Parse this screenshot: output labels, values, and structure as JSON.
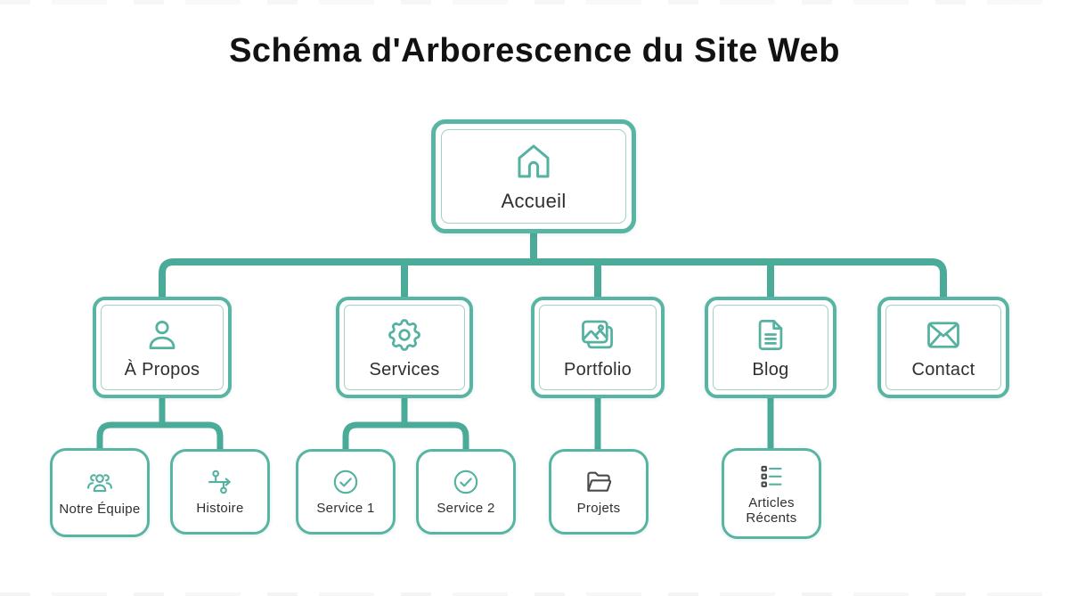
{
  "title": "Schéma d'Arborescence du Site Web",
  "colors": {
    "background": "#ffffff",
    "title_text": "#121212",
    "text": "#2f2f2f",
    "connector": "#4aab99",
    "box_border": "#58b4a3",
    "box_inner_border": "#a6cfc6",
    "icon_teal": "#55b1a0",
    "icon_dark": "#4a4a4a"
  },
  "nodes": {
    "accueil": {
      "label": "Accueil",
      "icon": "home-icon",
      "level": 1,
      "children": [
        "À Propos",
        "Services",
        "Portfolio",
        "Blog",
        "Contact"
      ]
    },
    "apropos": {
      "label": "À Propos",
      "icon": "person-icon",
      "level": 2,
      "parent": "Accueil",
      "children": [
        "Notre Équipe",
        "Histoire"
      ]
    },
    "services": {
      "label": "Services",
      "icon": "gear-icon",
      "level": 2,
      "parent": "Accueil",
      "children": [
        "Service 1",
        "Service 2"
      ]
    },
    "portfolio": {
      "label": "Portfolio",
      "icon": "photo-icon",
      "level": 2,
      "parent": "Accueil",
      "children": [
        "Projets"
      ]
    },
    "blog": {
      "label": "Blog",
      "icon": "document-icon",
      "level": 2,
      "parent": "Accueil",
      "children": [
        "Articles Récents"
      ]
    },
    "contact": {
      "label": "Contact",
      "icon": "envelope-icon",
      "level": 2,
      "parent": "Accueil",
      "children": []
    },
    "equipe": {
      "label": "Notre Équipe",
      "icon": "team-icon",
      "level": 3,
      "parent": "À Propos"
    },
    "histoire": {
      "label": "Histoire",
      "icon": "timeline-icon",
      "level": 3,
      "parent": "À Propos"
    },
    "service1": {
      "label": "Service 1",
      "icon": "check-circle-icon",
      "level": 3,
      "parent": "Services"
    },
    "service2": {
      "label": "Service 2",
      "icon": "check-circle-icon",
      "level": 3,
      "parent": "Services"
    },
    "projets": {
      "label": "Projets",
      "icon": "folder-icon",
      "level": 3,
      "parent": "Portfolio"
    },
    "articles": {
      "label": "Articles Récents",
      "icon": "list-icon",
      "level": 3,
      "parent": "Blog"
    }
  }
}
